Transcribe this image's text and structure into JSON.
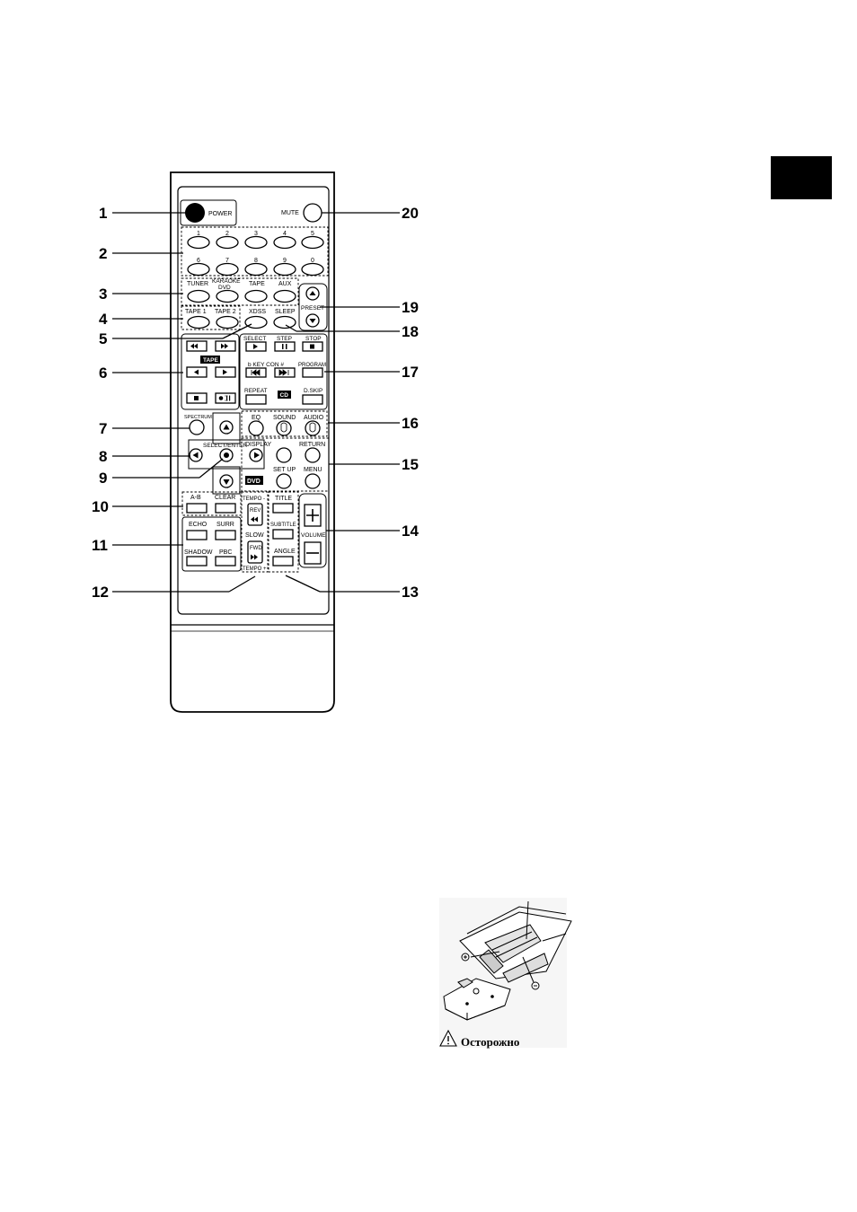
{
  "remote": {
    "power": "POWER",
    "mute": "MUTE",
    "numbers_row1": [
      "1",
      "2",
      "3",
      "4",
      "5"
    ],
    "numbers_row2": [
      "6",
      "7",
      "8",
      "9",
      "0"
    ],
    "functions": [
      "TUNER",
      "KARAOKE",
      "DVD",
      "TAPE",
      "AUX"
    ],
    "tape_select": [
      "TAPE 1",
      "TAPE 2"
    ],
    "preset": "PRESET",
    "xdss": "XDSS",
    "sleep": "SLEEP",
    "tape_label": "TAPE",
    "cd_top": [
      "SELECT",
      "STEP",
      "STOP"
    ],
    "key_con": "b  KEY CON  #",
    "program": "PROGRAM",
    "repeat": "REPEAT",
    "cd_label": "CD",
    "dskip": "D.SKIP",
    "spectrum": "SPECTRUM",
    "eq": "EQ",
    "sound": "SOUND",
    "audio": "AUDIO",
    "select_enter": "SELECT/ENTER",
    "display": "DISPLAY",
    "return": "RETURN",
    "setup": "SET UP",
    "menu": "MENU",
    "dvd_label": "DVD",
    "ab": "A-B",
    "clear": "CLEAR",
    "tempo_minus": "TEMPO -",
    "rev": "REV",
    "slow": "SLOW",
    "fwd": "FWD",
    "tempo_plus": "TEMPO +",
    "title": "TITLE",
    "subtitle": "SUBTITLE",
    "angle": "ANGLE",
    "volume": "VOLUME",
    "echo": "ECHO",
    "surr": "SURR",
    "shadow": "SHADOW",
    "pbc": "PBC"
  },
  "callouts_left": [
    "1",
    "2",
    "3",
    "4",
    "5",
    "6",
    "7",
    "8",
    "9",
    "10",
    "11",
    "12"
  ],
  "callouts_right": [
    "20",
    "19",
    "18",
    "17",
    "16",
    "15",
    "14",
    "13"
  ],
  "battery_caption": "Осторожно"
}
